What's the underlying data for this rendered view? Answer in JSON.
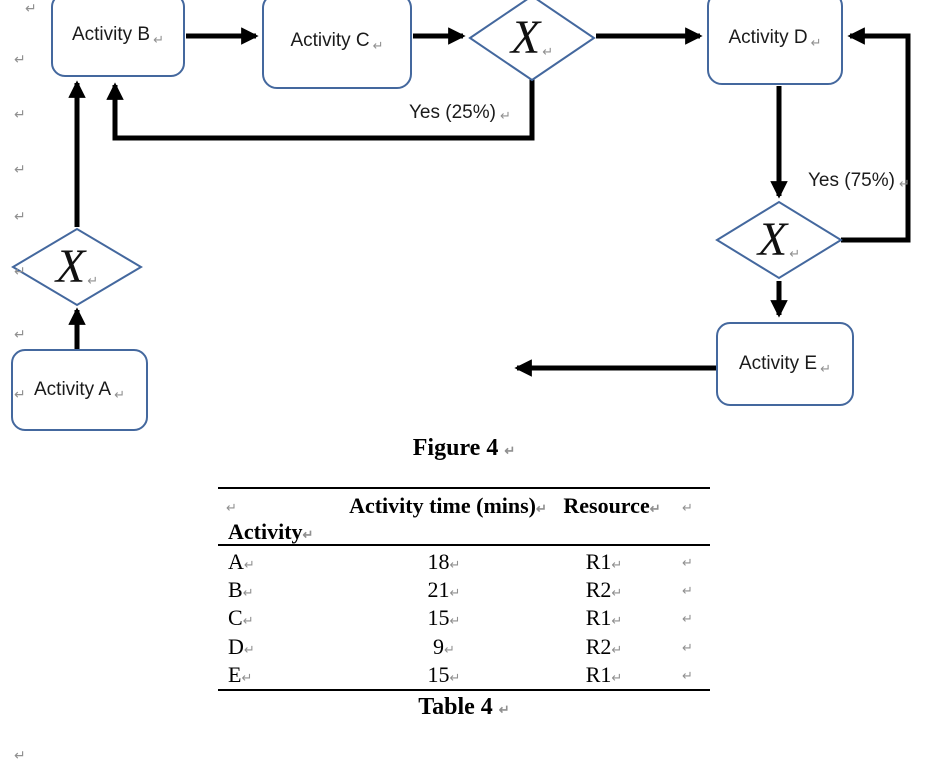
{
  "diagram": {
    "nodes": [
      {
        "id": "activity-a",
        "label": "Activity A"
      },
      {
        "id": "activity-b",
        "label": "Activity B"
      },
      {
        "id": "activity-c",
        "label": "Activity C"
      },
      {
        "id": "activity-d",
        "label": "Activity D"
      },
      {
        "id": "activity-e",
        "label": "Activity E"
      }
    ],
    "gateways": [
      {
        "id": "xor-gateway-top",
        "label": "X"
      },
      {
        "id": "xor-gateway-right",
        "label": "X"
      },
      {
        "id": "xor-gateway-left",
        "label": "X"
      }
    ],
    "edge_labels": [
      {
        "id": "yes-25",
        "text": "Yes (25%)"
      },
      {
        "id": "yes-75",
        "text": "Yes (75%)"
      }
    ],
    "colors": {
      "shape_border": "#44689e",
      "connector": "#000000",
      "text": "#1b1b1b",
      "formatting_mark": "#909090"
    }
  },
  "captions": {
    "figure": "Figure 4",
    "table": "Table 4"
  },
  "table": {
    "columns": {
      "col1": "Activity",
      "col2": "Activity time (mins)",
      "col3": "Resource"
    },
    "rows": [
      {
        "activity": "A",
        "time": "18",
        "resource": "R1"
      },
      {
        "activity": "B",
        "time": "21",
        "resource": "R2"
      },
      {
        "activity": "C",
        "time": "15",
        "resource": "R1"
      },
      {
        "activity": "D",
        "time": "9",
        "resource": "R2"
      },
      {
        "activity": "E",
        "time": "15",
        "resource": "R1"
      }
    ]
  },
  "marks": {
    "return_symbol": "↵"
  }
}
